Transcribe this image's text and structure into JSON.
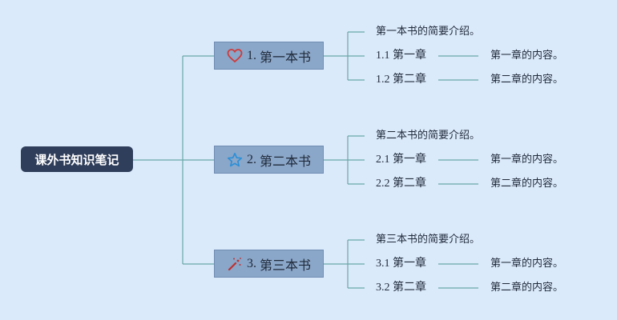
{
  "root": {
    "label": "课外书知识笔记"
  },
  "books": [
    {
      "number": "1.",
      "title": "第一本书",
      "icon": "heart-icon",
      "intro": "第一本书的简要介绍。",
      "chapters": [
        {
          "label": "1.1 第一章",
          "content": "第一章的内容。"
        },
        {
          "label": "1.2 第二章",
          "content": "第二章的内容。"
        }
      ]
    },
    {
      "number": "2.",
      "title": "第二本书",
      "icon": "star-icon",
      "intro": "第二本书的简要介绍。",
      "chapters": [
        {
          "label": "2.1 第一章",
          "content": "第一章的内容。"
        },
        {
          "label": "2.2 第二章",
          "content": "第二章的内容。"
        }
      ]
    },
    {
      "number": "3.",
      "title": "第三本书",
      "icon": "magic-wand-icon",
      "intro": "第三本书的简要介绍。",
      "chapters": [
        {
          "label": "3.1 第一章",
          "content": "第一章的内容。"
        },
        {
          "label": "3.2 第二章",
          "content": "第二章的内容。"
        }
      ]
    }
  ],
  "colors": {
    "background": "#dbeafb",
    "root_fill": "#2f3e5a",
    "book_fill": "#8aa6c8",
    "connector": "#5aa0a0",
    "heart": "#d03a3a",
    "star": "#2a8fd8",
    "wand": "#c03030"
  }
}
